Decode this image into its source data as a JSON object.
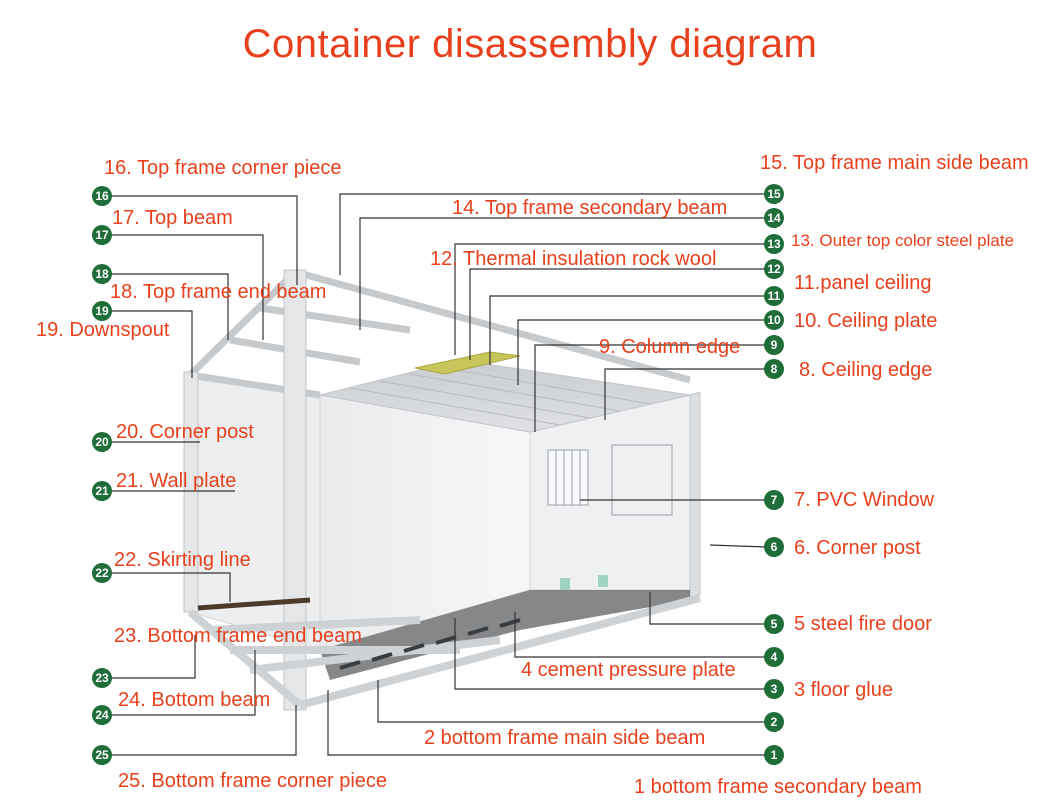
{
  "title": "Container disassembly diagram",
  "colors": {
    "label": "#e8401c",
    "badge": "#1f6e3a",
    "leader": "#333333"
  },
  "badges": [
    "16",
    "17",
    "18",
    "19",
    "20",
    "21",
    "22",
    "23",
    "24",
    "25",
    "15",
    "14",
    "13",
    "12",
    "11",
    "10",
    "9",
    "8",
    "7",
    "6",
    "5",
    "4",
    "3",
    "2",
    "1"
  ],
  "labels": {
    "l16": "16. Top frame corner piece",
    "l17": "17. Top beam",
    "l18": "18. Top frame end beam",
    "l19": "19. Downspout",
    "l20": "20. Corner post",
    "l21": "21. Wall plate",
    "l22": "22. Skirting line",
    "l23": "23. Bottom frame end beam",
    "l24": "24. Bottom beam",
    "l25": "25. Bottom frame corner piece",
    "l15": "15. Top frame main side beam",
    "l14": "14. Top frame secondary beam",
    "l13": "13. Outer top color steel plate",
    "l12": "12. Thermal insulation rock wool",
    "l11": "11.panel ceiling",
    "l10": "10. Ceiling plate",
    "l9": "9. Column edge",
    "l8": "8. Ceiling edge",
    "l7": "7. PVC Window",
    "l6": "6. Corner post",
    "l5": "5 steel fire door",
    "l4": "4 cement pressure plate",
    "l3": "3 floor glue",
    "l2": "2 bottom frame main side beam",
    "l1": "1 bottom frame secondary beam"
  }
}
